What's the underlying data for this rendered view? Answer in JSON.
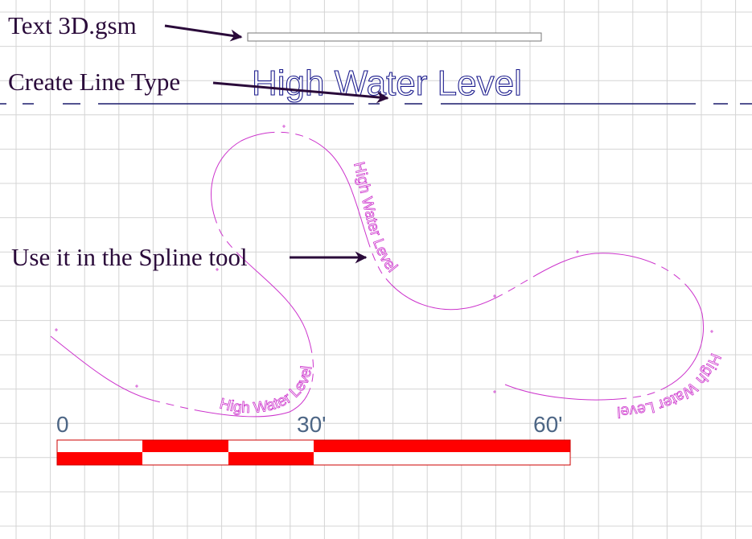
{
  "annotations": {
    "text3d": "Text 3D.gsm",
    "create_line_type": "Create Line Type",
    "use_spline": "Use it in the Spline tool"
  },
  "line_type_sample": {
    "text": "High Water Level",
    "text_color": "#1a1a8c",
    "line_color": "#1a1a6c"
  },
  "spline": {
    "color": "#cc33cc",
    "labels": [
      "High Water Level",
      "High Water Level",
      "High Water Level"
    ]
  },
  "scale_bar": {
    "labels": [
      "0",
      "30'",
      "60'"
    ],
    "color": "#ff0000"
  },
  "colors": {
    "grid": "#d4d4d4",
    "arrow": "#2a0a3a"
  }
}
